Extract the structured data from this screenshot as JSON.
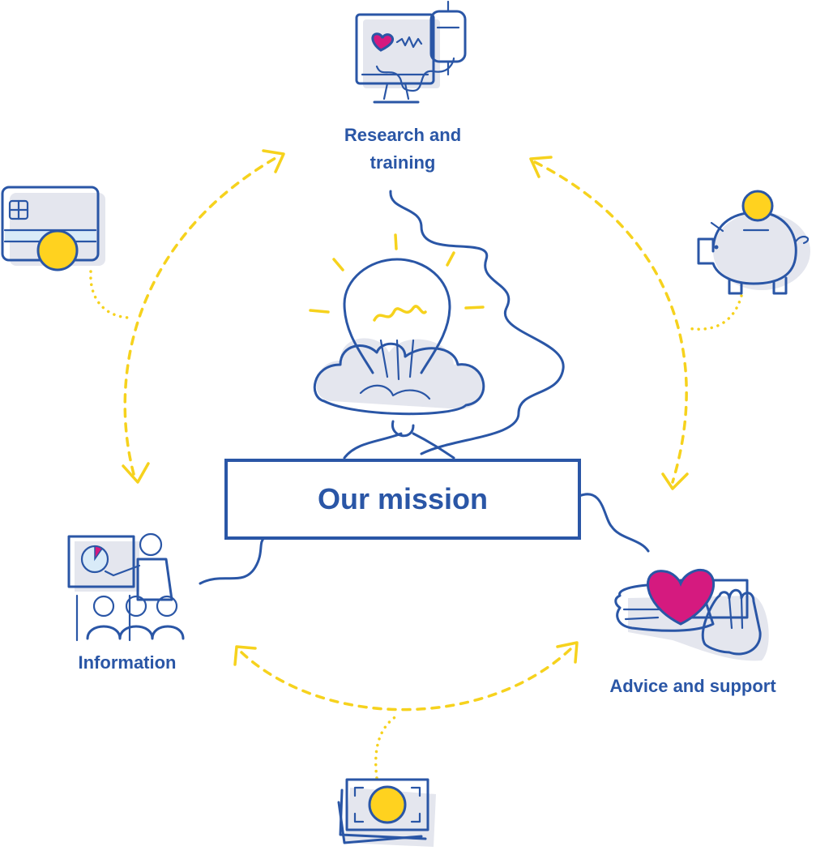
{
  "diagram": {
    "center_label": "Our mission",
    "nodes": {
      "top": {
        "line1": "Research and",
        "line2": "training"
      },
      "left": {
        "label": "Information"
      },
      "right": {
        "label": "Advice and support"
      }
    },
    "funding_icons": [
      "credit-card-coin-icon",
      "piggy-bank-icon",
      "banknotes-coin-icon"
    ],
    "colors": {
      "primary_blue": "#2a56a6",
      "accent_yellow": "#f6d21d",
      "coin_yellow": "#ffd21f",
      "heart_magenta": "#d51a7f",
      "shadow_grey": "#e4e6ee"
    }
  }
}
